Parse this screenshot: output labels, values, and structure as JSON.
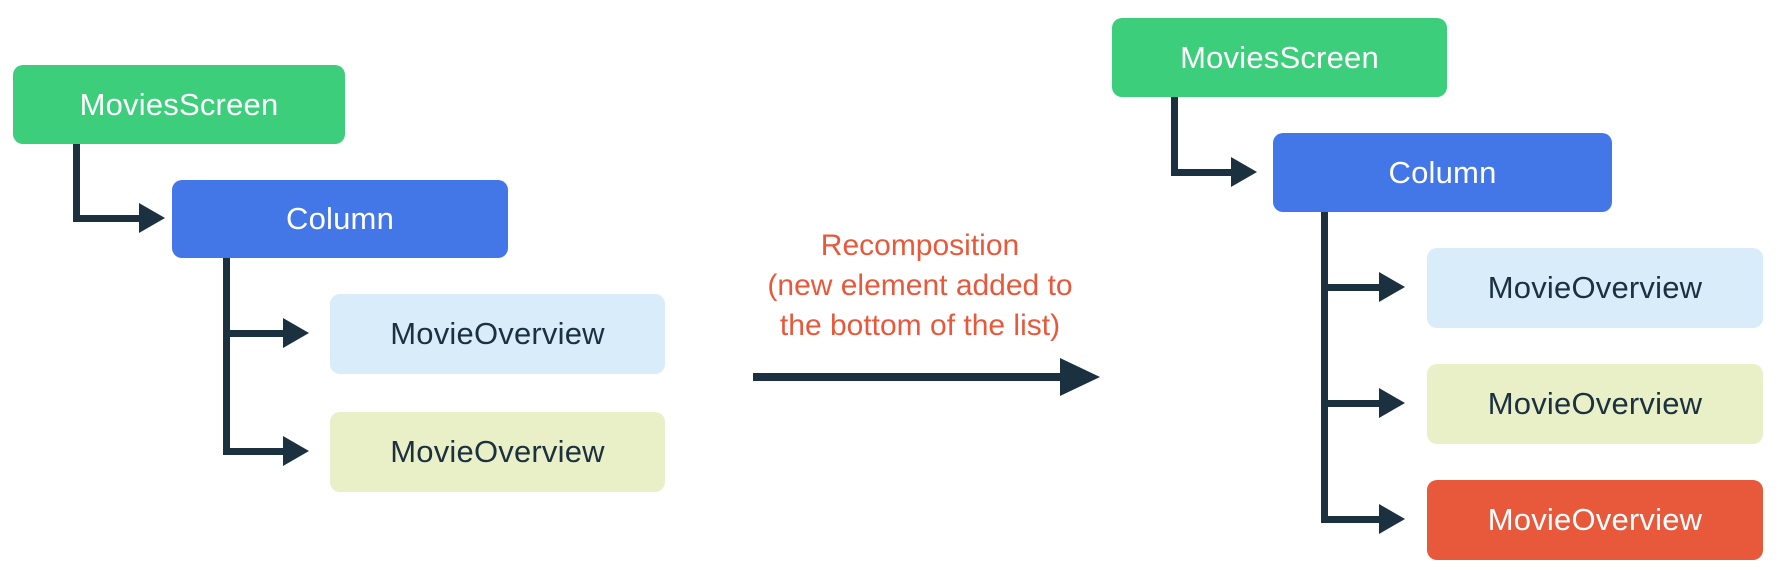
{
  "colors": {
    "ink": "#1B3140",
    "accent": "#E8593C",
    "green": "#3DCE7C",
    "blue": "#4377E8",
    "light_blue": "#D8ECFA",
    "light_yellow": "#E9EFC6",
    "orange": "#E8583B"
  },
  "left_tree": {
    "nodes": [
      {
        "label": "MoviesScreen"
      },
      {
        "label": "Column"
      },
      {
        "label": "MovieOverview"
      },
      {
        "label": "MovieOverview"
      }
    ]
  },
  "transition": {
    "caption_lines": [
      "Recomposition",
      "(new element added to",
      "the bottom of the list)"
    ]
  },
  "right_tree": {
    "nodes": [
      {
        "label": "MoviesScreen"
      },
      {
        "label": "Column"
      },
      {
        "label": "MovieOverview"
      },
      {
        "label": "MovieOverview"
      },
      {
        "label": "MovieOverview"
      }
    ]
  }
}
